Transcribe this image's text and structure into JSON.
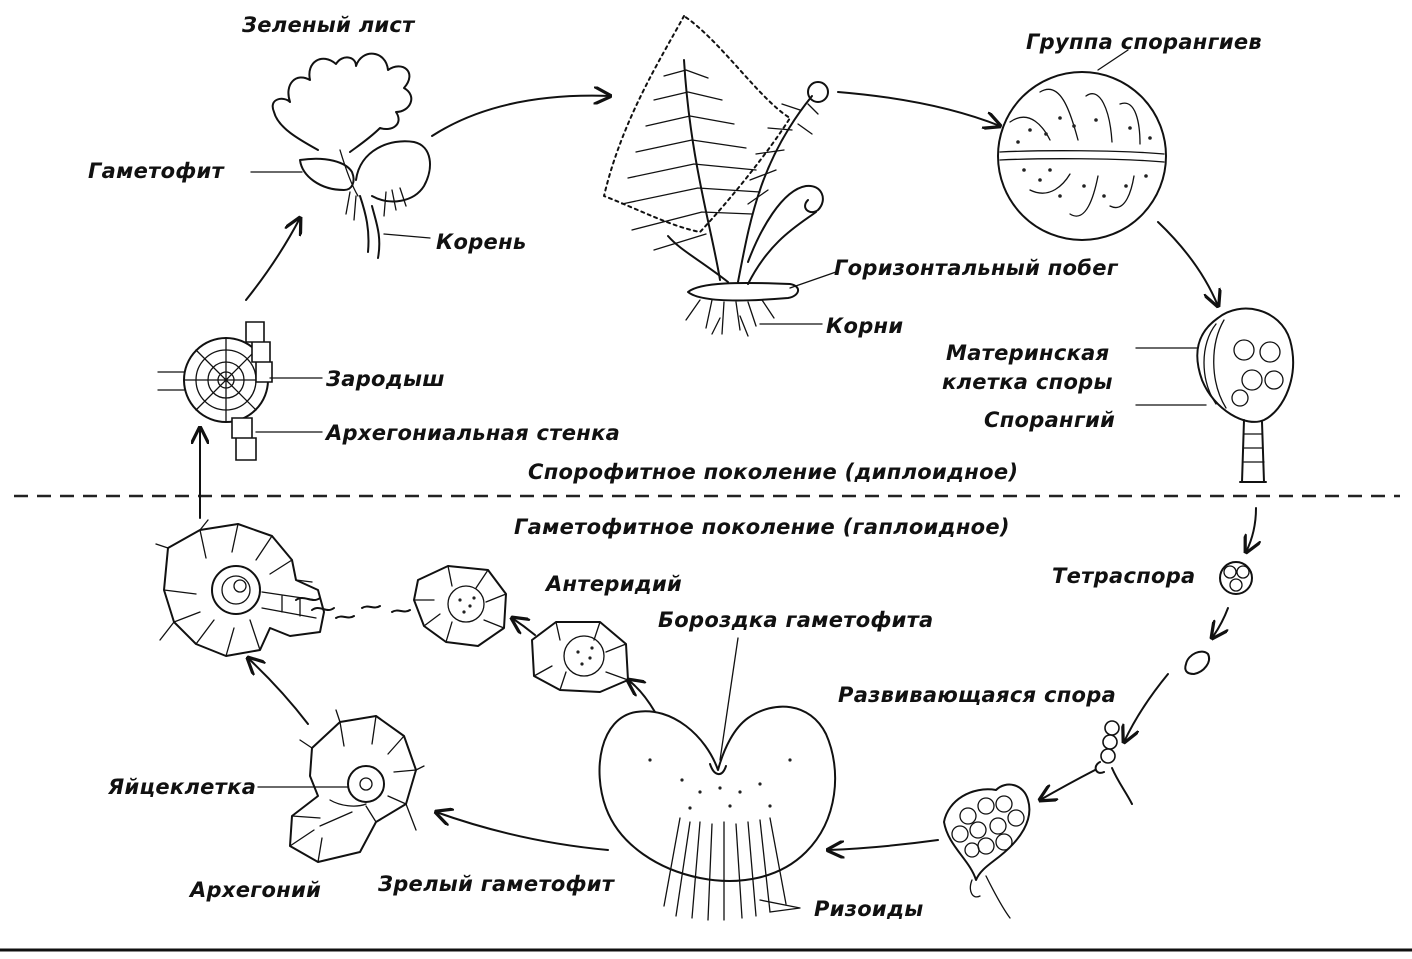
{
  "labels": {
    "green_leaf": "Зеленый лист",
    "gametophyte": "Гаметофит",
    "root": "Корень",
    "sporangia_group": "Группа спорангиев",
    "horizontal_shoot": "Горизонтальный побег",
    "roots": "Корни",
    "spore_mother_cell_line1": "Материнская",
    "spore_mother_cell_line2": "клетка споры",
    "sporangium": "Спорангий",
    "embryo": "Зародыш",
    "archegonial_wall": "Архегониальная стенка",
    "sporophyte_generation": "Спорофитное поколение (диплоидное)",
    "gametophyte_generation": "Гаметофитное поколение (гаплоидное)",
    "tetraspore": "Тетраспора",
    "antheridium": "Антеридий",
    "gametophyte_groove": "Бороздка гаметофита",
    "developing_spore": "Развивающаяся спора",
    "egg_cell": "Яйцеклетка",
    "archegonium": "Архегоний",
    "mature_gametophyte": "Зрелый гаметофит",
    "rhizoids": "Ризоиды"
  }
}
